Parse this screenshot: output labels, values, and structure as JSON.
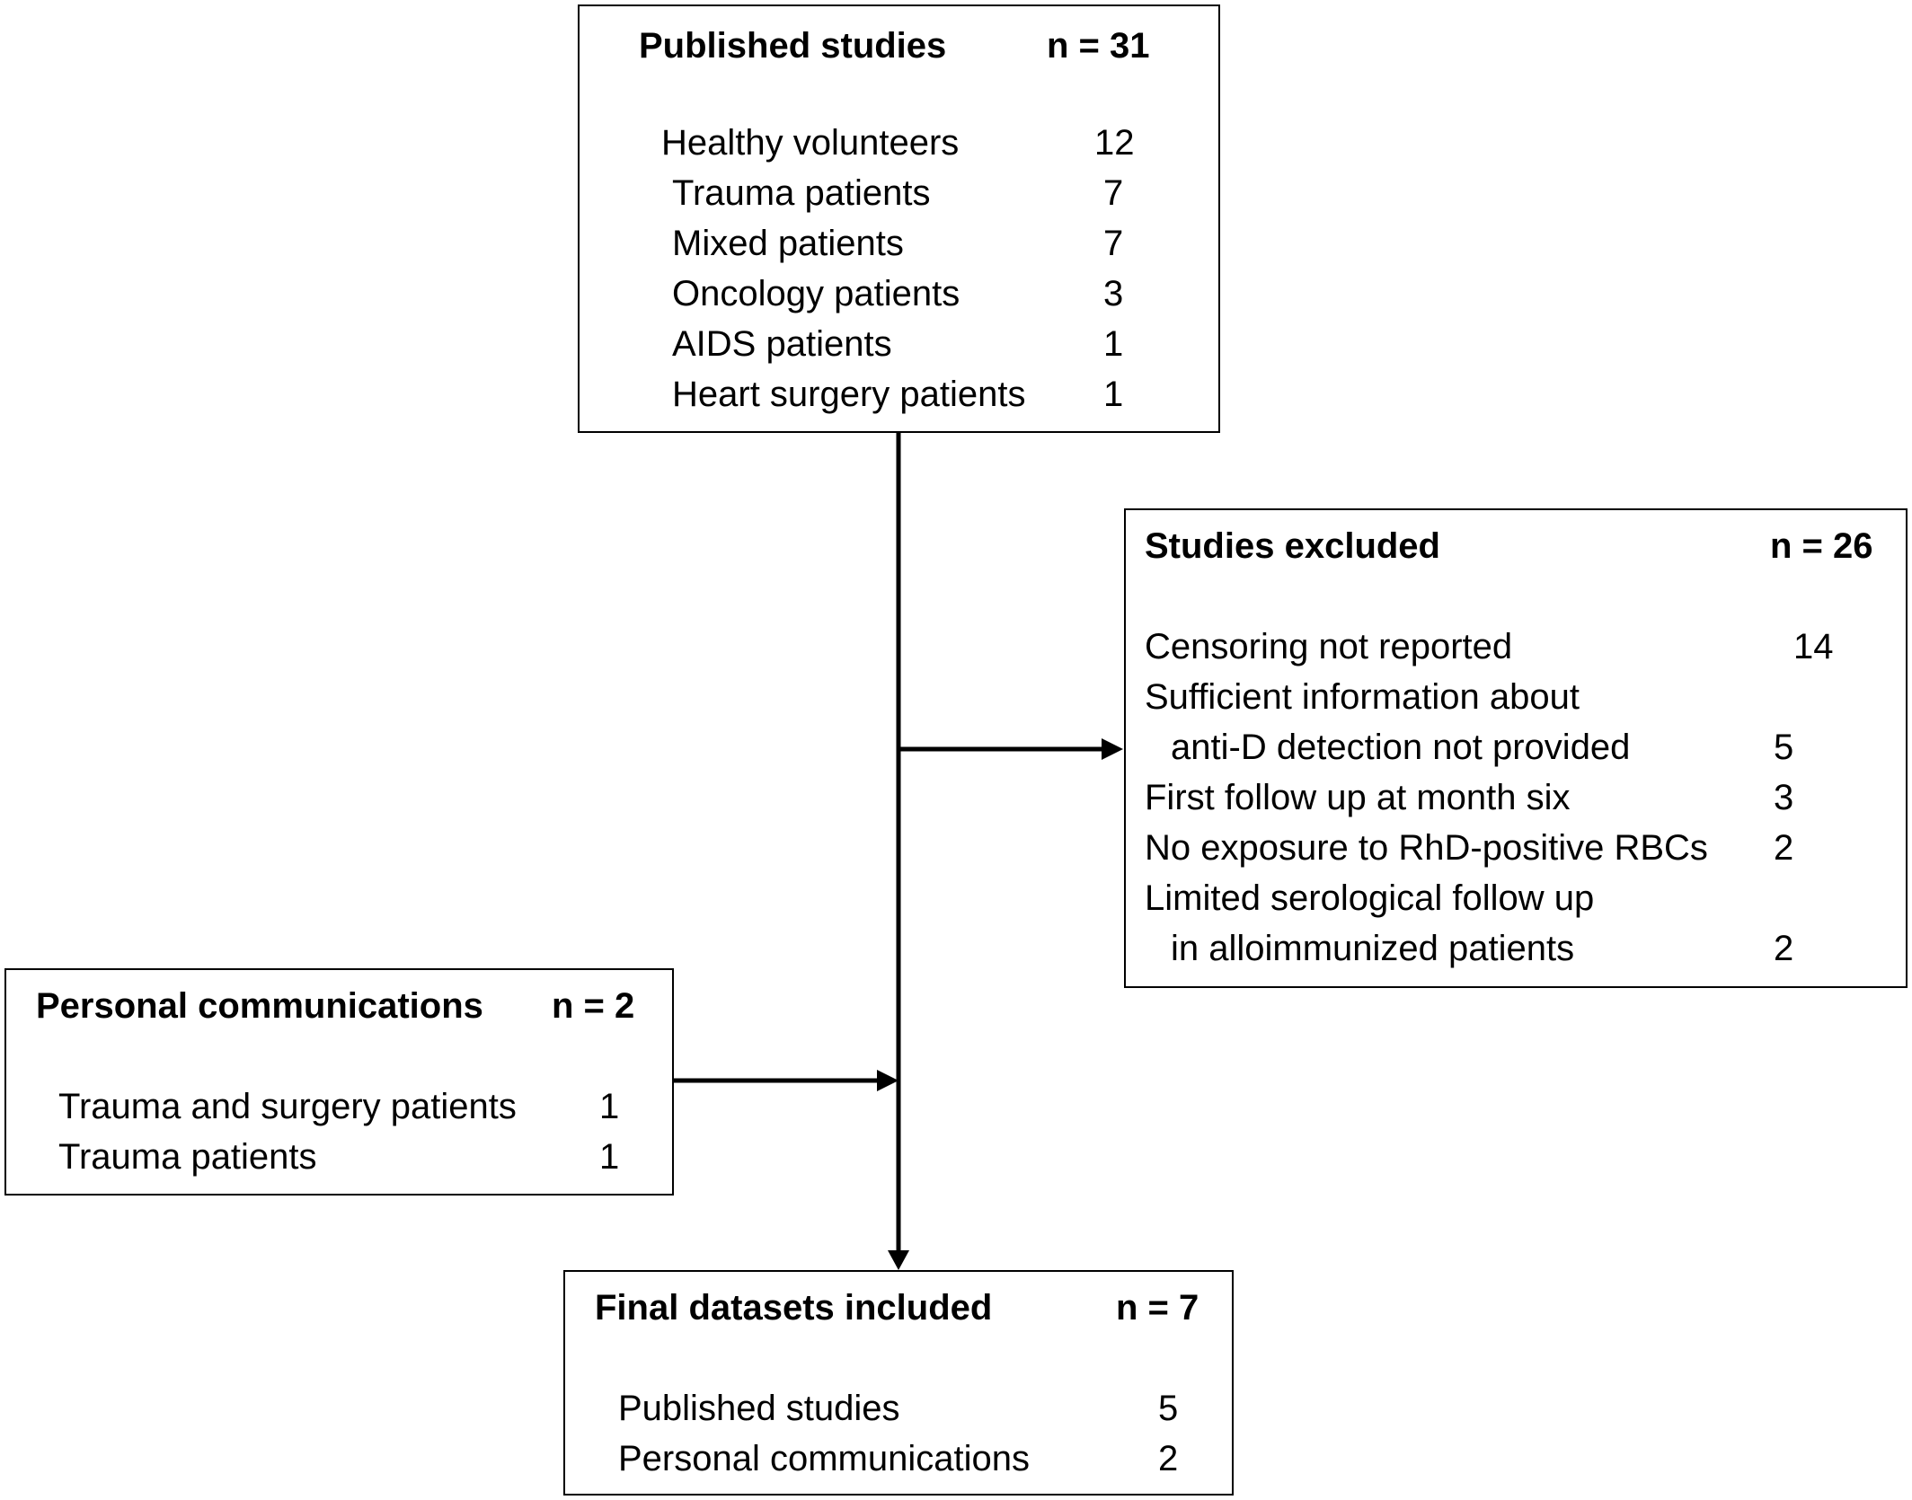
{
  "published": {
    "title": "Published studies",
    "n": "n = 31",
    "rows": [
      {
        "label": "Healthy volunteers",
        "value": "12"
      },
      {
        "label": "Trauma patients",
        "value": "7"
      },
      {
        "label": "Mixed patients",
        "value": "7"
      },
      {
        "label": "Oncology patients",
        "value": "3"
      },
      {
        "label": "AIDS patients",
        "value": "1"
      },
      {
        "label": "Heart surgery patients",
        "value": "1"
      }
    ]
  },
  "excluded": {
    "title": "Studies excluded",
    "n": "n = 26",
    "rows": [
      {
        "label": "Censoring not reported",
        "value": "14"
      },
      {
        "label": "Sufficient information about",
        "value": ""
      },
      {
        "label": "anti-D detection not provided",
        "value": "5"
      },
      {
        "label": "First follow up at month six",
        "value": "3"
      },
      {
        "label": "No exposure to RhD-positive RBCs",
        "value": "2"
      },
      {
        "label": "Limited serological follow up",
        "value": ""
      },
      {
        "label": "in alloimmunized patients",
        "value": "2"
      }
    ]
  },
  "personal": {
    "title": "Personal communications",
    "n": "n = 2",
    "rows": [
      {
        "label": "Trauma and surgery patients",
        "value": "1"
      },
      {
        "label": "Trauma patients",
        "value": "1"
      }
    ]
  },
  "final": {
    "title": "Final datasets included",
    "n": "n = 7",
    "rows": [
      {
        "label": "Published studies",
        "value": "5"
      },
      {
        "label": "Personal communications",
        "value": "2"
      }
    ]
  }
}
